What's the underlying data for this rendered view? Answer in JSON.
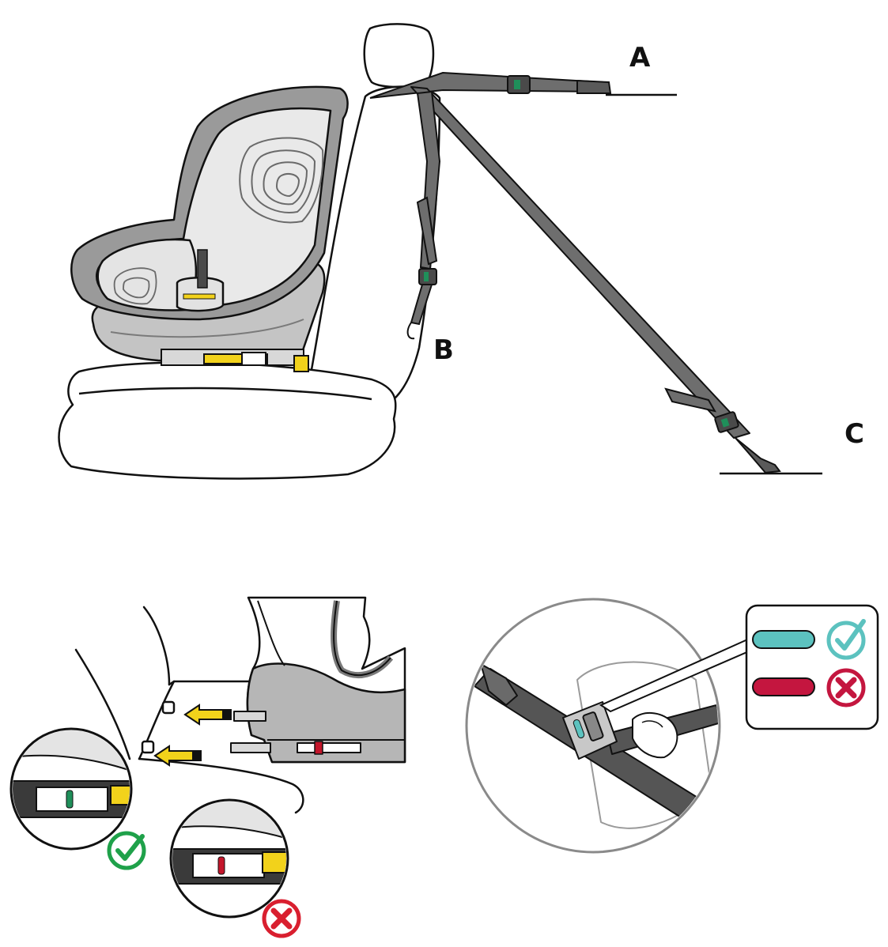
{
  "labels": {
    "a": "A",
    "b": "B",
    "c": "C"
  },
  "colors": {
    "line": "#111111",
    "seat_gray": "#9a9a9a",
    "seat_light": "#e9e9e9",
    "base_gray": "#c4c4c4",
    "strap": "#6e6e6e",
    "strap_dark": "#4a4a4a",
    "connector_yellow": "#f2d21b",
    "indicator_green": "#1f8f5a",
    "indicator_red": "#c4162b",
    "ok_green": "#1fa14a",
    "bad_red": "#d91f2f",
    "tension_teal": "#5cc2bf",
    "tension_crimson": "#c4163f"
  },
  "icons": {
    "isofix_ok": "check-circle-icon",
    "isofix_bad": "x-circle-icon",
    "tension_ok": "check-circle-icon",
    "tension_bad": "x-circle-icon"
  }
}
